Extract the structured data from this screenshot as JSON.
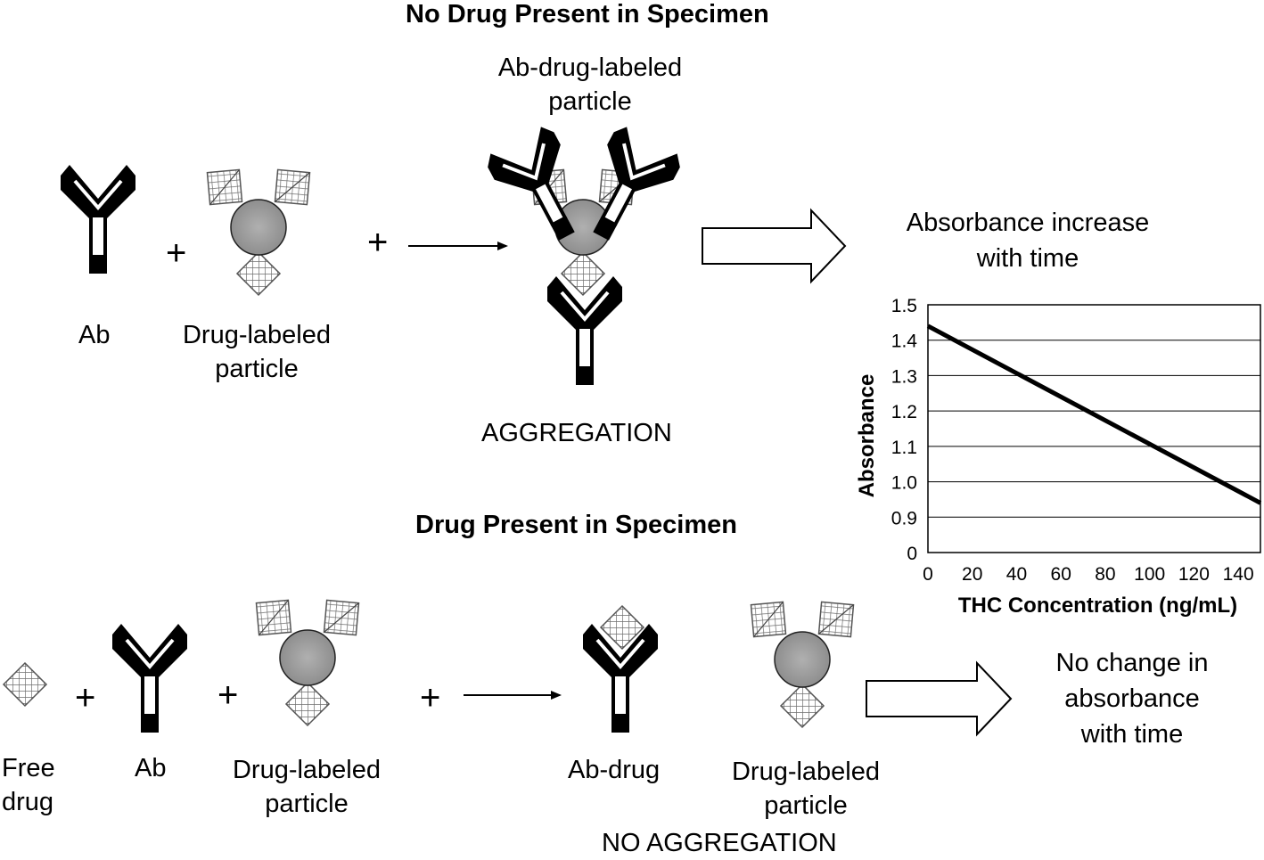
{
  "top": {
    "title": "No Drug Present in Specimen",
    "ab_label": "Ab",
    "particle_label_1": "Drug-labeled",
    "particle_label_2": "particle",
    "complex_label_1": "Ab-drug-labeled",
    "complex_label_2": "particle",
    "aggregation": "AGGREGATION",
    "result_1": "Absorbance increase",
    "result_2": "with time",
    "plus": "+"
  },
  "bottom": {
    "title": "Drug Present in Specimen",
    "free_drug_1": "Free",
    "free_drug_2": "drug",
    "ab_label": "Ab",
    "particle_label_1": "Drug-labeled",
    "particle_label_2": "particle",
    "ab_drug": "Ab-drug",
    "particle2_label_1": "Drug-labeled",
    "particle2_label_2": "particle",
    "no_aggregation": "NO AGGREGATION",
    "result_1": "No change in",
    "result_2": "absorbance",
    "result_3": "with time",
    "plus": "+"
  },
  "colors": {
    "particle": "#9a9a9a",
    "antibody": "#000000",
    "hatch": "#6e6e6e"
  },
  "chart_data": {
    "type": "line",
    "xlabel": "THC Concentration (ng/mL)",
    "ylabel": "Absorbance",
    "x_ticks": [
      0,
      20,
      40,
      60,
      80,
      100,
      120,
      140
    ],
    "y_ticks": [
      "0",
      "0.9",
      "1.0",
      "1.1",
      "1.2",
      "1.3",
      "1.4",
      "1.5"
    ],
    "xlim": [
      0,
      150
    ],
    "ylim_display": [
      0.8,
      1.5
    ],
    "axis_break_note": "lowest y tick labeled 0",
    "grid": true,
    "series": [
      {
        "x": [
          0,
          150
        ],
        "y": [
          1.44,
          0.94
        ]
      }
    ]
  }
}
